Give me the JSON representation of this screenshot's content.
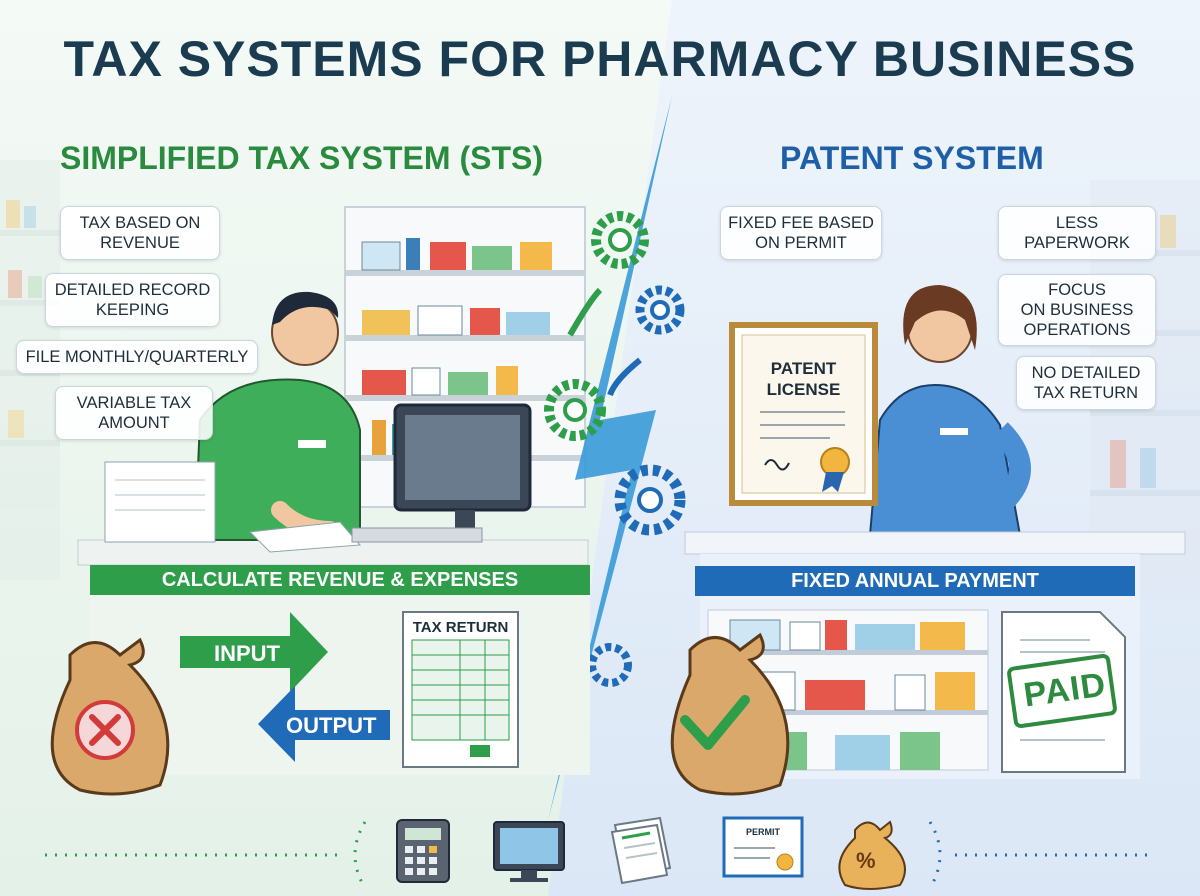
{
  "title": "TAX SYSTEMS FOR PHARMACY BUSINESS",
  "left": {
    "heading": "SIMPLIFIED TAX SYSTEM (STS)",
    "tags": [
      "TAX BASED ON\nREVENUE",
      "DETAILED RECORD\nKEEPING",
      "FILE MONTHLY/QUARTERLY",
      "VARIABLE TAX\nAMOUNT"
    ],
    "bar_label": "CALCULATE REVENUE & EXPENSES",
    "input_label": "INPUT",
    "output_label": "OUTPUT",
    "doc_title": "TAX RETURN",
    "accent": "#2e9e4a"
  },
  "right": {
    "heading": "PATENT SYSTEM",
    "tags": [
      "FIXED FEE BASED\nON PERMIT",
      "LESS\nPAPERWORK",
      "FOCUS\nON BUSINESS\nOPERATIONS",
      "NO DETAILED\nTAX RETURN"
    ],
    "license_text": "PATENT\nLICENSE",
    "bar_label": "FIXED ANNUAL PAYMENT",
    "stamp_text": "PAID",
    "accent": "#1f6bb8"
  },
  "bottom_icons": {
    "permit_label": "PERMIT",
    "percent_label": "%"
  }
}
